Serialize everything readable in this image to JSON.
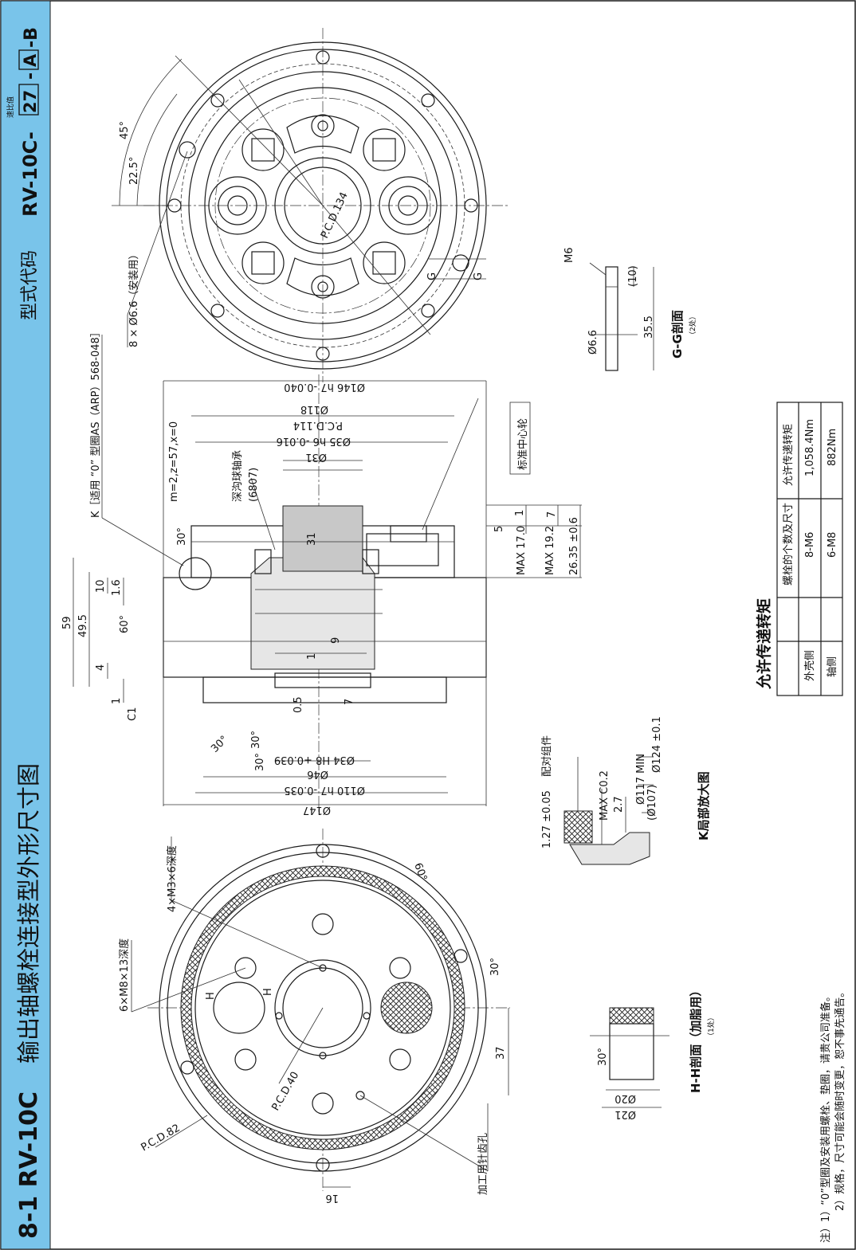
{
  "header": {
    "section": "8-1 RV-10C",
    "title": "输出轴螺栓连接型外形尺寸图",
    "model_label": "型式代码",
    "model_prefix": "RV-10C-",
    "ratio_value": "27",
    "dash": "-",
    "variant_a": "A",
    "variant_b": "-B",
    "ratio_note": "速比值",
    "band_color": "#79c4ea"
  },
  "top_view": {
    "angle_45": "45°",
    "angle_22": "22.5°",
    "holes": "8 × Ø6.6（安装用）",
    "pcd": "P.C.D.134",
    "g1": "G",
    "g2": "G"
  },
  "side_view": {
    "k_note": "K［适用 “0” 型圈AS（ARP）568-048］",
    "gear": "m=2,z=57,x=0",
    "bearing": "深沟球轴承",
    "bearing_no": "(6807)",
    "center_gear": "标准中心轮",
    "d146": "Ø146 h7 -0.040",
    "d118": "Ø118",
    "pcd114": "P.C.D.114",
    "d35": "Ø35 h6 -0.016",
    "d31": "Ø31",
    "d34": "Ø34 H8 +0.039",
    "d46": "Ø46",
    "d110": "Ø110 h7 -0.035",
    "d147": "Ø147",
    "len59": "59",
    "len49": "49.5",
    "len10": "10",
    "len16": "1.6",
    "len4": "4",
    "len1": "1",
    "c1": "C1",
    "a60": "60°",
    "a30a": "30°",
    "a30b": "30°",
    "a30c": "30°",
    "a30d": "30°",
    "len31": "31",
    "len9": "9",
    "len1b": "1",
    "len05": "0.5",
    "len7": "7",
    "r1": "1",
    "r7": "7",
    "r5": "5",
    "r17": "MAX 17.0",
    "r19": "MAX 19.2",
    "r26": "26.35 ±0.6"
  },
  "gg_section": {
    "m6": "M6",
    "d66": "Ø6.6",
    "l10": "(10)",
    "l355": "35.5",
    "title": "G-G剖面",
    "sub": "（2处）"
  },
  "torque_table": {
    "title": "允许传递转矩",
    "headers": [
      "",
      "螺栓的个数及尺寸",
      "允许传递转矩"
    ],
    "rows": [
      [
        "外壳侧",
        "8-M6",
        "1,058.4Nm"
      ],
      [
        "轴侧",
        "6-M8",
        "882Nm"
      ]
    ]
  },
  "k_detail": {
    "mating": "配对组件",
    "d124": "Ø124 ±0.1",
    "d117": "Ø117 MIN",
    "d107": "(Ø107)",
    "c02": "MAX C0.2",
    "l27": "2.7",
    "l127": "1.27 ±0.05",
    "title": "K局部放大图"
  },
  "bottom_view": {
    "m3": "4×M3×6深度",
    "m8": "6×M8×13深度",
    "a60": "60°",
    "a30": "30°",
    "pcd40": "P.C.D.40",
    "pcd82": "P.C.D.82",
    "l37": "37",
    "l16": "16",
    "pin": "加工用针齿孔",
    "h1": "H",
    "h2": "H"
  },
  "hh_section": {
    "d20": "Ø20",
    "d21": "Ø21",
    "a30": "30°",
    "title": "H-H剖面（加脂用）",
    "sub": "（1处）"
  },
  "notes": {
    "n1": "注）1）“0”型圈及安装用螺栓、垫圈，请贵公司准备。",
    "n2": "2）规格，尺寸可能会随时变更，恕不事先通告。"
  }
}
